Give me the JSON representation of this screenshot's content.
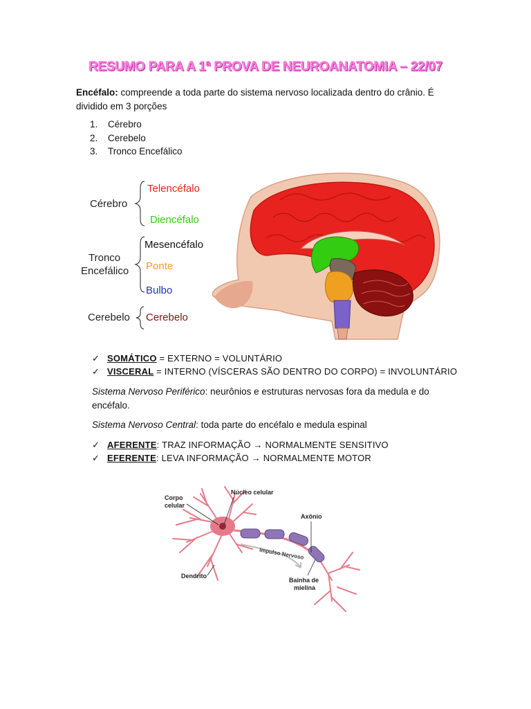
{
  "title": "RESUMO PARA A 1ª PROVA DE NEUROANATOMIA – 22/07",
  "encefalo": {
    "term": "Encéfalo:",
    "definition_line1": " compreende a toda parte do sistema nervoso localizada dentro do crânio. É",
    "definition_line2": "dividido em 3 porções"
  },
  "porcoes": [
    {
      "num": "1.",
      "label": "Cérebro"
    },
    {
      "num": "2.",
      "label": "Cerebelo"
    },
    {
      "num": "3.",
      "label": "Tronco Encefálico"
    }
  ],
  "brain_diagram": {
    "group_cerebro": "Cérebro",
    "group_tronco_1": "Tronco",
    "group_tronco_2": "Encefálico",
    "group_cerebelo": "Cerebelo",
    "telencefalo": "Telencéfalo",
    "diencefalo": "Diencéfalo",
    "mesencefalo": "Mesencéfalo",
    "ponte": "Ponte",
    "bulbo": "Bulbo",
    "cerebelo": "Cerebelo",
    "colors": {
      "telencefalo": "#e8221e",
      "diencefalo": "#33cc11",
      "mesencefalo": "#111111",
      "ponte": "#f0a020",
      "bulbo": "#2233bb",
      "cerebelo": "#8b1010"
    }
  },
  "checks_1": [
    {
      "term": "SOMÁTICO",
      "rest": " = EXTERNO = VOLUNTÁRIO"
    },
    {
      "term": "VISCERAL",
      "rest": " = INTERNO (VÍSCERAS SÃO DENTRO DO CORPO) = INVOLUNTÁRIO"
    }
  ],
  "snp": {
    "term": "Sistema Nervoso Periférico",
    "line1": ": neurônios e estruturas nervosas fora da medula e do",
    "line2": "encéfalo."
  },
  "snc": {
    "term": "Sistema Nervoso Central",
    "text": ": toda parte do encéfalo e medula espinal"
  },
  "checks_2": [
    {
      "term": "AFERENTE",
      "rest": ": TRAZ INFORMAÇÃO ",
      "arrow": "→",
      "rest2": " NORMALMENTE SENSITIVO"
    },
    {
      "term": "EFERENTE",
      "rest": ": LEVA INFORMAÇÃO ",
      "arrow": "→",
      "rest2": " NORMALMENTE MOTOR"
    }
  ],
  "neuron_diagram": {
    "corpo_1": "Corpo",
    "corpo_2": "celular",
    "nucleo": "Núcleo celular",
    "axonio": "Axônio",
    "impulso": "Impulso Nervoso",
    "dendrito": "Dendrito",
    "bainha_1": "Bainha de",
    "bainha_2": "mielina"
  },
  "check_icon": "checkmark-icon"
}
